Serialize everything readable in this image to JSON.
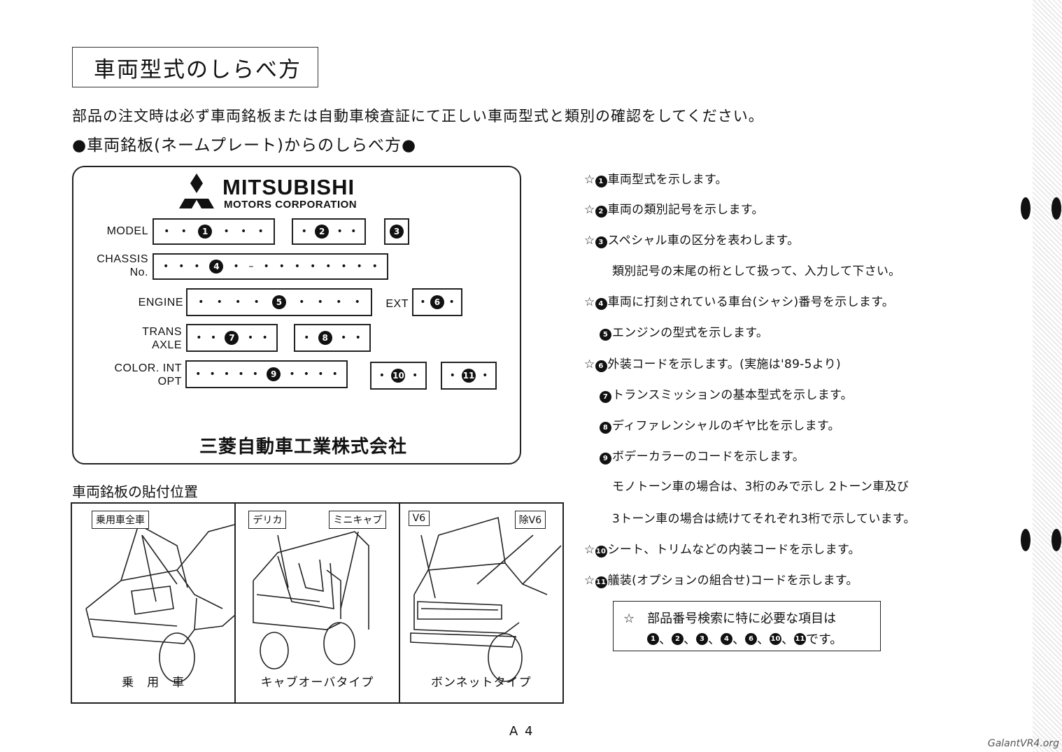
{
  "title": "車両型式のしらべ方",
  "intro": "部品の注文時は必ず車両銘板または自動車検査証にて正しい車両型式と類別の確認をしてください。",
  "subheading": "●車両銘板(ネームプレート)からのしらべ方●",
  "plate": {
    "brand": "MITSUBISHI",
    "brand_sub": "MOTORS CORPORATION",
    "labels": {
      "model": "MODEL",
      "chassis_1": "CHASSIS",
      "chassis_2": "No.",
      "engine": "ENGINE",
      "ext": "EXT",
      "trans_1": "TRANS",
      "trans_2": "AXLE",
      "color_1": "COLOR. INT",
      "color_2": "OPT"
    },
    "company": "三菱自動車工業株式会社"
  },
  "markers": [
    "1",
    "2",
    "3",
    "4",
    "5",
    "6",
    "7",
    "8",
    "9",
    "10",
    "11"
  ],
  "location_title": "車両銘板の貼付位置",
  "locations": [
    {
      "tags": [
        "乗用車全車"
      ],
      "caption": "乗　用　車"
    },
    {
      "tags": [
        "デリカ",
        "ミニキャブ"
      ],
      "caption": "キャブオーバタイプ"
    },
    {
      "tags": [
        "V6",
        "除V6"
      ],
      "caption": "ボンネットタイプ"
    }
  ],
  "notes": [
    {
      "star": "☆",
      "num": "1",
      "text": "車両型式を示します。"
    },
    {
      "star": "☆",
      "num": "2",
      "text": "車両の類別記号を示します。"
    },
    {
      "star": "☆",
      "num": "3",
      "text": "スペシャル車の区分を表わします。"
    },
    {
      "star": "",
      "num": "",
      "text": "類別記号の末尾の桁として扱って、入力して下さい。"
    },
    {
      "star": "☆",
      "num": "4",
      "text": "車両に打刻されている車台(シャシ)番号を示します。"
    },
    {
      "star": "",
      "num": "5",
      "text": "エンジンの型式を示します。"
    },
    {
      "star": "☆",
      "num": "6",
      "text": "外装コードを示します。(実施は'89-5より)"
    },
    {
      "star": "",
      "num": "7",
      "text": "トランスミッションの基本型式を示します。"
    },
    {
      "star": "",
      "num": "8",
      "text": "ディファレンシャルのギヤ比を示します。"
    },
    {
      "star": "",
      "num": "9",
      "text": "ボデーカラーのコードを示します。"
    },
    {
      "star": "",
      "num": "",
      "text": "モノトーン車の場合は、3桁のみで示し 2トーン車及び"
    },
    {
      "star": "",
      "num": "",
      "text": "3トーン車の場合は続けてそれぞれ3桁で示しています。"
    },
    {
      "star": "☆",
      "num": "10",
      "text": "シート、トリムなどの内装コードを示します。"
    },
    {
      "star": "☆",
      "num": "11",
      "text": "艤装(オプションの組合せ)コードを示します。"
    }
  ],
  "key_box": {
    "line1": "☆　部品番号検索に特に必要な項目は",
    "sep": "、",
    "tail": "です。",
    "items": [
      "1",
      "2",
      "3",
      "4",
      "6",
      "10",
      "11"
    ]
  },
  "page_number": "A 4",
  "watermark": "GalantVR4.org"
}
